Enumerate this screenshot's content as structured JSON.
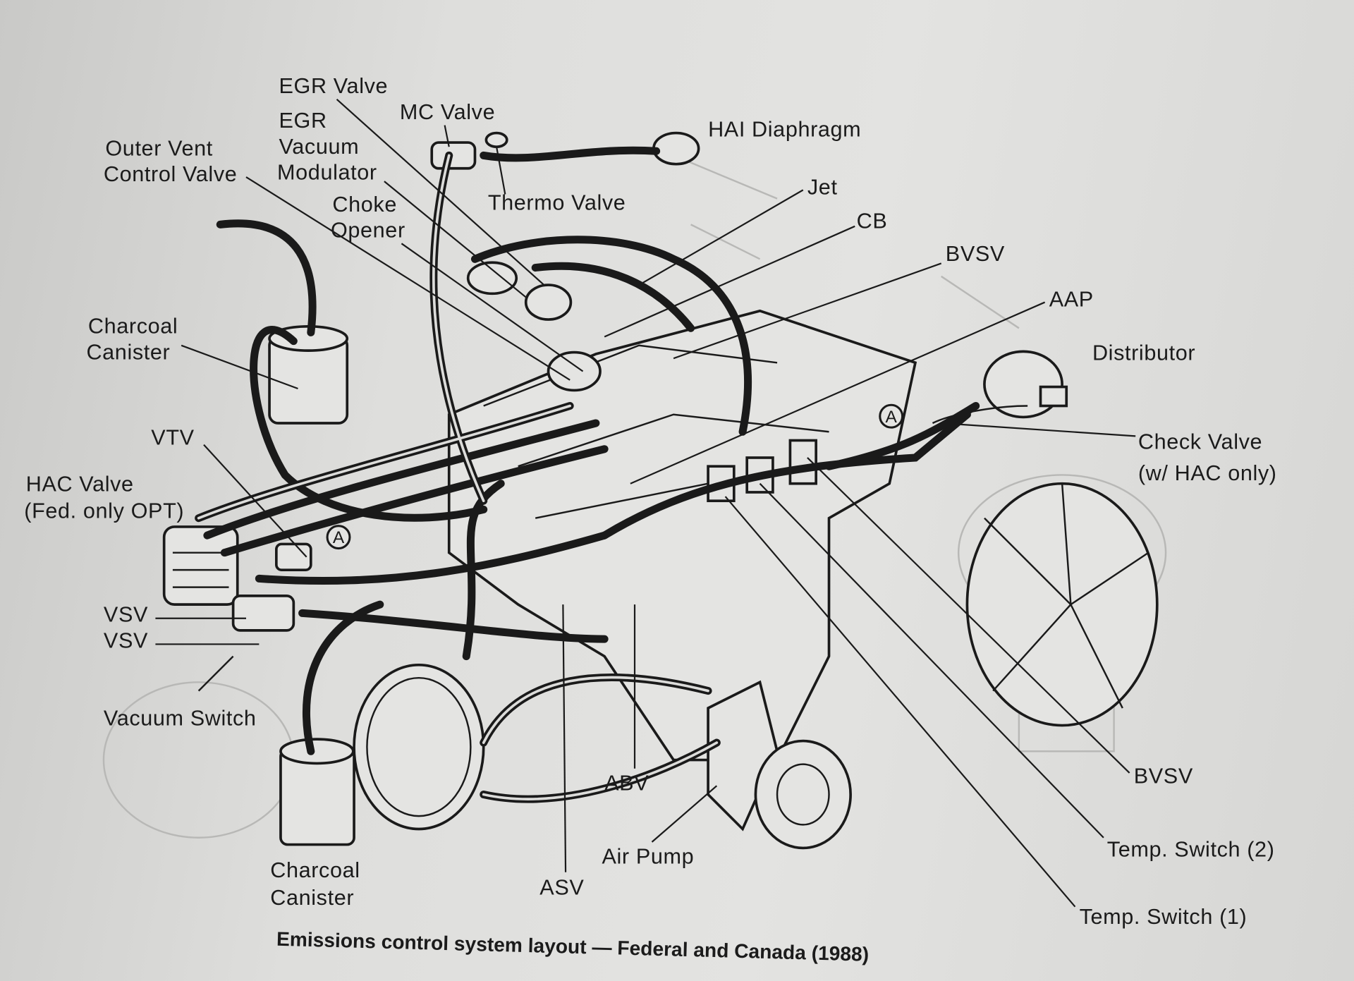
{
  "labels": {
    "egr_valve": "EGR Valve",
    "egr_vacuum_modulator": [
      "EGR",
      "Vacuum",
      "Modulator"
    ],
    "mc_valve": "MC Valve",
    "hai_diaphragm": "HAI Diaphragm",
    "outer_vent_control_valve": [
      "Outer Vent",
      "Control Valve"
    ],
    "thermo_valve": "Thermo Valve",
    "choke_opener": [
      "Choke",
      "Opener"
    ],
    "jet": "Jet",
    "cb": "CB",
    "bvsv_top": "BVSV",
    "aap": "AAP",
    "distributor": "Distributor",
    "charcoal_canister_top": [
      "Charcoal",
      "Canister"
    ],
    "check_valve": [
      "Check Valve",
      "(w/ HAC only)"
    ],
    "vtv": "VTV",
    "hac_valve": [
      "HAC Valve",
      "(Fed. only OPT)"
    ],
    "vsv_1": "VSV",
    "vsv_2": "VSV",
    "vacuum_switch": "Vacuum Switch",
    "abv": "ABV",
    "air_pump": "Air Pump",
    "charcoal_canister_bottom": [
      "Charcoal",
      "Canister"
    ],
    "asv": "ASV",
    "bvsv_bottom": "BVSV",
    "temp_switch_2": "Temp. Switch (2)",
    "temp_switch_1": "Temp. Switch (1)"
  },
  "connector_marker": "A",
  "caption": "Emissions control system layout — Federal and Canada (1988)"
}
